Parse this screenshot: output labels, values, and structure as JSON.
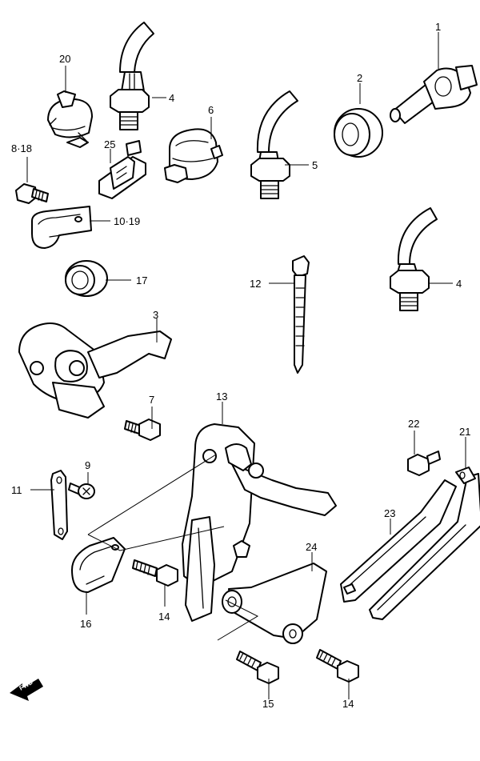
{
  "callouts": {
    "c1": "1",
    "c2": "2",
    "c3": "3",
    "c4a": "4",
    "c4b": "4",
    "c5": "5",
    "c6": "6",
    "c7": "7",
    "c8_18": "8·18",
    "c9": "9",
    "c10_19": "10·19",
    "c11": "11",
    "c12": "12",
    "c13": "13",
    "c14a": "14",
    "c14b": "14",
    "c15": "15",
    "c16": "16",
    "c17": "17",
    "c20": "20",
    "c21": "21",
    "c22": "22",
    "c23": "23",
    "c24": "24",
    "c25": "25"
  },
  "fwd_label": "FWD"
}
